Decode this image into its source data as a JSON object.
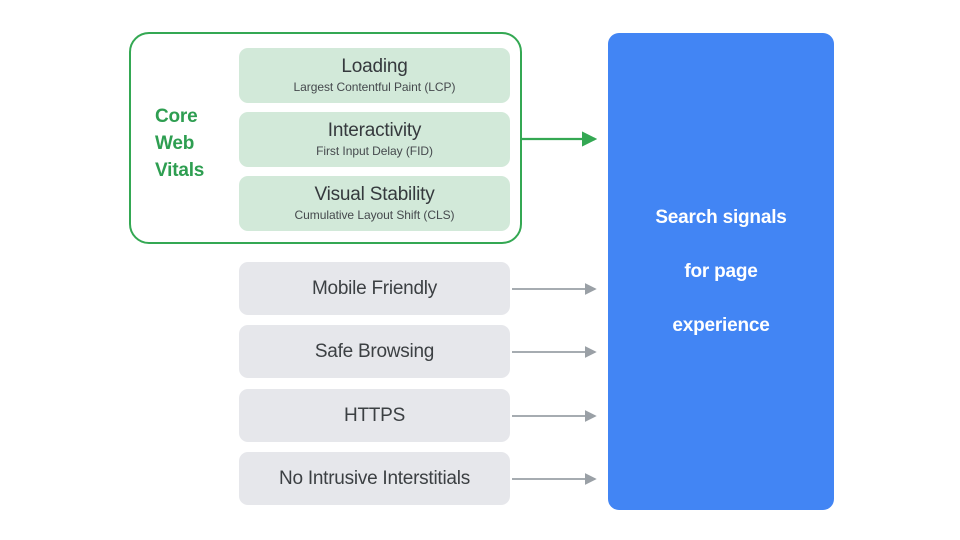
{
  "diagram": {
    "title": "Search signals for page experience",
    "colors": {
      "green_accent": "#34a853",
      "green_text": "#2e9e51",
      "green_card_fill": "#d2e9d9",
      "gray_card_fill": "#e6e7eb",
      "gray_arrow": "#9aa0a6",
      "blue_box": "#4285f4",
      "dark_text": "#3c4043",
      "white": "#ffffff",
      "background": "#ffffff"
    },
    "core_web_vitals": {
      "group_label": "Core\nWeb\nVitals",
      "group_label_line1": "Core",
      "group_label_line2": "Web",
      "group_label_line3": "Vitals",
      "cards": [
        {
          "title": "Loading",
          "subtitle": "Largest Contentful Paint (LCP)",
          "abbr": "LCP"
        },
        {
          "title": "Interactivity",
          "subtitle": "First Input Delay (FID)",
          "abbr": "FID"
        },
        {
          "title": "Visual Stability",
          "subtitle": "Cumulative Layout Shift (CLS)",
          "abbr": "CLS"
        }
      ]
    },
    "other_signals": [
      {
        "label": "Mobile Friendly"
      },
      {
        "label": "Safe Browsing"
      },
      {
        "label": "HTTPS"
      },
      {
        "label": "No Intrusive Interstitials"
      }
    ],
    "destination": {
      "label": "Search signals\nfor page\nexperience",
      "label_line1": "Search signals",
      "label_line2": "for page",
      "label_line3": "experience"
    },
    "connectors": [
      {
        "name": "core-web-vitals-arrow",
        "color": "#34a853"
      },
      {
        "name": "mobile-friendly-arrow",
        "color": "#9aa0a6"
      },
      {
        "name": "safe-browsing-arrow",
        "color": "#9aa0a6"
      },
      {
        "name": "https-arrow",
        "color": "#9aa0a6"
      },
      {
        "name": "no-intrusive-interstitials-arrow",
        "color": "#9aa0a6"
      }
    ]
  }
}
